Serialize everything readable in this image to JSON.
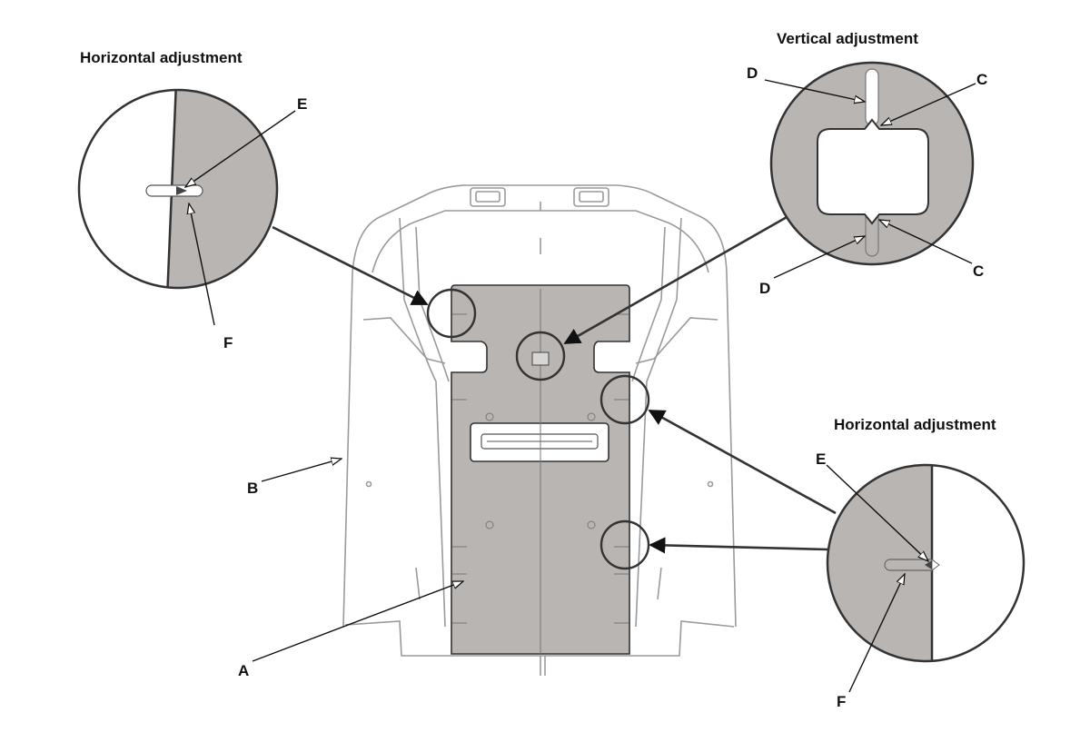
{
  "titles": {
    "top_left": "Horizontal adjustment",
    "top_right": "Vertical adjustment",
    "bottom_right": "Horizontal adjustment"
  },
  "labels": {
    "a": "A",
    "b": "B",
    "c_top": "C",
    "c_bottom": "C",
    "d_top": "D",
    "d_bottom": "D",
    "e_left": "E",
    "f_left": "F",
    "e_right": "E",
    "f_right": "F"
  },
  "colors": {
    "panel_fill": "#b8b5b3",
    "outline": "#333333",
    "seat_outline": "#9a9a9a"
  }
}
